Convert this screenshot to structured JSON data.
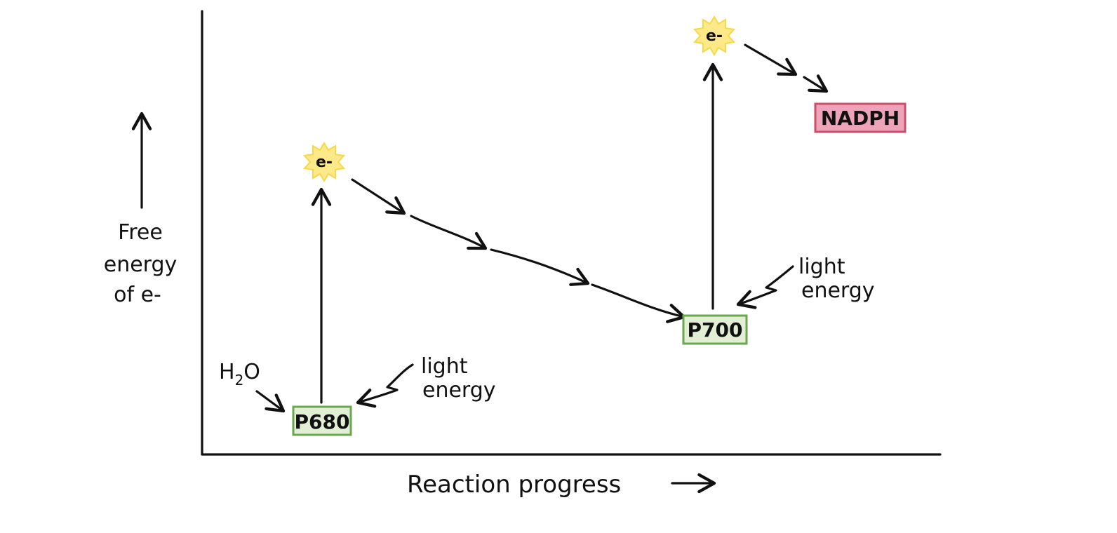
{
  "axes": {
    "y_label_lines": [
      "Free",
      "energy",
      "of e-"
    ],
    "x_label": "Reaction progress"
  },
  "complexes": {
    "p680": "P680",
    "p700": "P700",
    "nadph": "NADPH"
  },
  "inputs": {
    "water": "H",
    "water_subscript": "2",
    "water_o": "O"
  },
  "light": {
    "ps2_lines": [
      "light",
      "energy"
    ],
    "ps1_lines": [
      "light",
      "energy"
    ]
  },
  "electrons": {
    "ps2": "e-",
    "ps1": "e-"
  },
  "colors": {
    "green_border": "#6aa84f",
    "green_fill": "#e2efd5",
    "pink_border": "#c94f6d",
    "pink_fill": "#efa3b8",
    "star_fill": "#fde98a",
    "star_stroke": "#f5d94a"
  }
}
